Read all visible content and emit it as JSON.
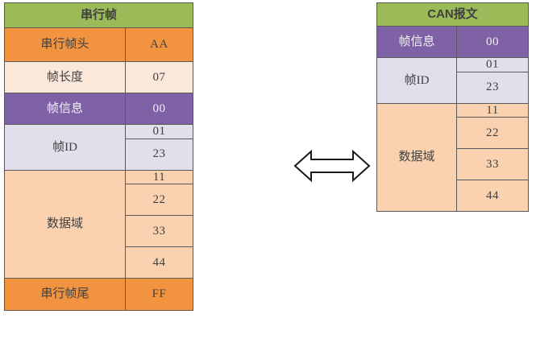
{
  "diagram": {
    "name": "serial-frame-to-can-message-mapping",
    "arrow": {
      "icon": "double-headed-arrow-icon",
      "direction": "bidirectional"
    },
    "colors": {
      "header_green": "#9BBB59",
      "orange": "#F2943F",
      "cream": "#FBE8DA",
      "purple": "#7F62A6",
      "lavender": "#E2DEEB",
      "peach": "#FAD2B0",
      "border": "#595959"
    }
  },
  "serial_frame": {
    "title": "串行帧",
    "rows": [
      {
        "label": "串行帧头",
        "values": [
          "AA"
        ],
        "fill": "c-orange"
      },
      {
        "label": "帧长度",
        "values": [
          "07"
        ],
        "fill": "c-cream"
      },
      {
        "label": "帧信息",
        "values": [
          "00"
        ],
        "fill": "c-purple"
      },
      {
        "label": "帧ID",
        "values": [
          "01",
          "23"
        ],
        "fill": "c-lavender"
      },
      {
        "label": "数据域",
        "values": [
          "11",
          "22",
          "33",
          "44"
        ],
        "fill": "c-peach"
      },
      {
        "label": "串行帧尾",
        "values": [
          "FF"
        ],
        "fill": "c-orange"
      }
    ]
  },
  "can_message": {
    "title": "CAN报文",
    "rows": [
      {
        "label": "帧信息",
        "values": [
          "00"
        ],
        "fill": "c-purple"
      },
      {
        "label": "帧ID",
        "values": [
          "01",
          "23"
        ],
        "fill": "c-lavender"
      },
      {
        "label": "数据域",
        "values": [
          "11",
          "22",
          "33",
          "44"
        ],
        "fill": "c-peach"
      }
    ]
  }
}
